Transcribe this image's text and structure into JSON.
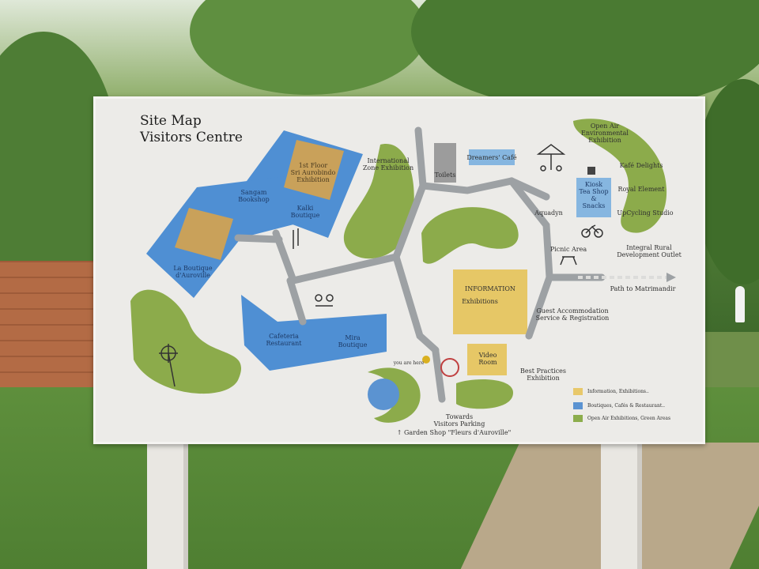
{
  "sign": {
    "title_line1": "Site Map",
    "title_line2": "Visitors Centre"
  },
  "labels": {
    "first_floor": "1st Floor\nSri Aurobindo\nExhibition",
    "sangam": "Sangam\nBookshop",
    "kalki": "Kalki\nBoutique",
    "la_boutique": "La Boutique\nd'Auroville",
    "international_zone": "International\nZone Exhibition",
    "toilets": "Toilets",
    "dreamers_cafe": "Dreamers' Café",
    "open_air_env": "Open Air\nEnvironmental\nExhibition",
    "kafe_delights": "Kafé Delights",
    "royal_element": "Royal Element",
    "upcycling": "UpCycling Studio",
    "kiosk": "Kiosk\nTea Shop\n&\nSnacks",
    "aquadyn": "Aquadyn",
    "picnic_area": "Picnic Area",
    "integral_rural": "Integral Rural\nDevelopment Outlet",
    "path_matrimandir": "Path to Matrimandir",
    "information": "INFORMATION",
    "exhibitions": "Exhibitions",
    "guest_accommodation": "Guest Accommodation\nService & Registration",
    "cafeteria": "Cafeteria\nRestaurant",
    "mira": "Mira\nBoutique",
    "you_are_here": "you are here",
    "video_room": "Video\nRoom",
    "best_practices": "Best Practices\nExhibition",
    "towards_parking": "Towards\nVisitors Parking",
    "garden_shop": "↑ Garden Shop \"Fleurs d'Auroville\""
  },
  "legend": [
    {
      "label": "Information, Exhibitions..",
      "color": "#e8c86a"
    },
    {
      "label": "Boutiques, Cafés & Restaurant..",
      "color": "#5b93d1"
    },
    {
      "label": "Open Air Exhibitions, Green Areas",
      "color": "#8cad4c"
    }
  ],
  "colors": {
    "blue": "#4f8fd3",
    "gold": "#c9a15a",
    "green": "#8cab4b",
    "yellow": "#e6c766",
    "path": "#9da1a4"
  }
}
